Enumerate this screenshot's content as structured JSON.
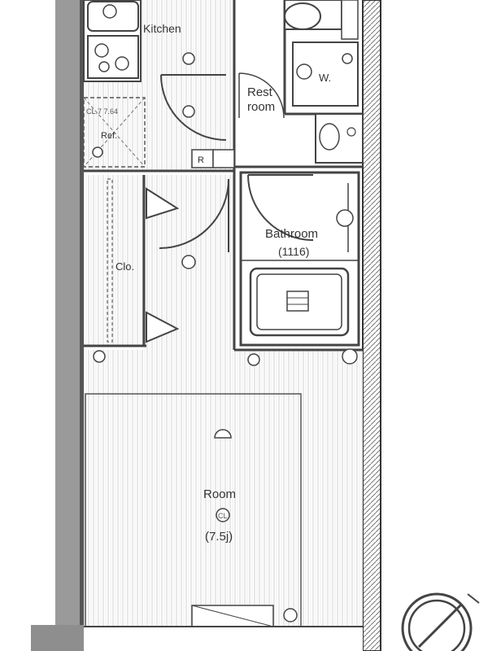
{
  "rooms": {
    "kitchen": "Kitchen",
    "rest_room_line1": "Rest",
    "rest_room_line2": "room",
    "washer": "W.",
    "refrigerator": "Ref.",
    "ceiling_note": "CL.7 7.64",
    "bathroom": "Bathroom",
    "bathroom_size": "(1116)",
    "closet": "Clo.",
    "room": "Room",
    "room_size": "(7.5j)",
    "room_ceiling": "CL"
  },
  "symbols": {
    "recess": "R",
    "socket": "outlet-icon",
    "compass": "north-arrow-icon"
  },
  "colors": {
    "wall": "#8e8e8e",
    "line": "#444444",
    "floor_stripe": "#cfcfcf",
    "background": "#ffffff"
  }
}
